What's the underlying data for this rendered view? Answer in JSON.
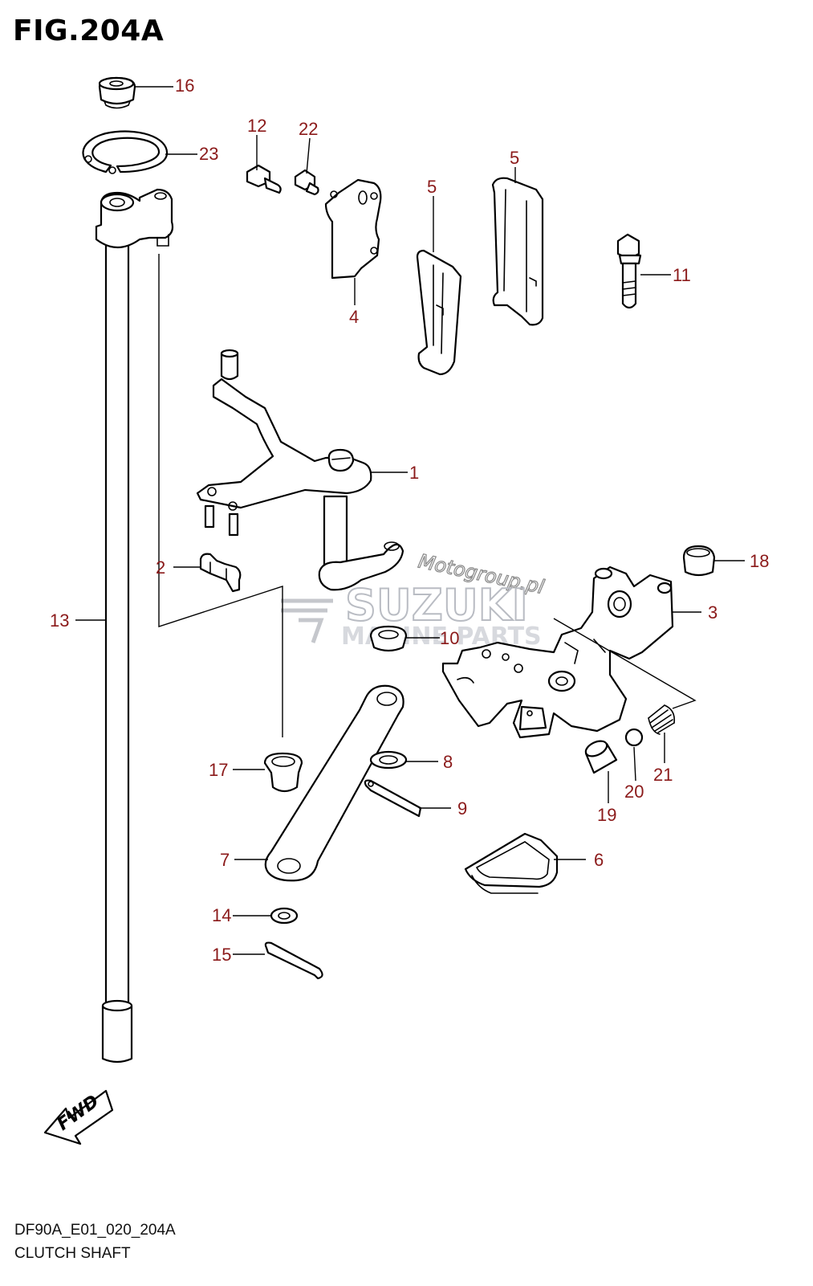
{
  "figure": {
    "title": "FIG.204A",
    "code": "DF90A_E01_020_204A",
    "name": "CLUTCH SHAFT"
  },
  "direction_indicator": {
    "label": "FWD"
  },
  "watermark": {
    "site": "Motogroup.pl",
    "brand": "SUZUKI",
    "sub": "MARINE PARTS"
  },
  "callouts": [
    "1",
    "2",
    "3",
    "4",
    "5",
    "5",
    "6",
    "7",
    "8",
    "9",
    "10",
    "11",
    "12",
    "13",
    "14",
    "15",
    "16",
    "17",
    "18",
    "19",
    "20",
    "21",
    "22",
    "23"
  ],
  "colors": {
    "callout": "#8b1a1a",
    "line": "#000000",
    "watermark": "#b9bcc3"
  }
}
